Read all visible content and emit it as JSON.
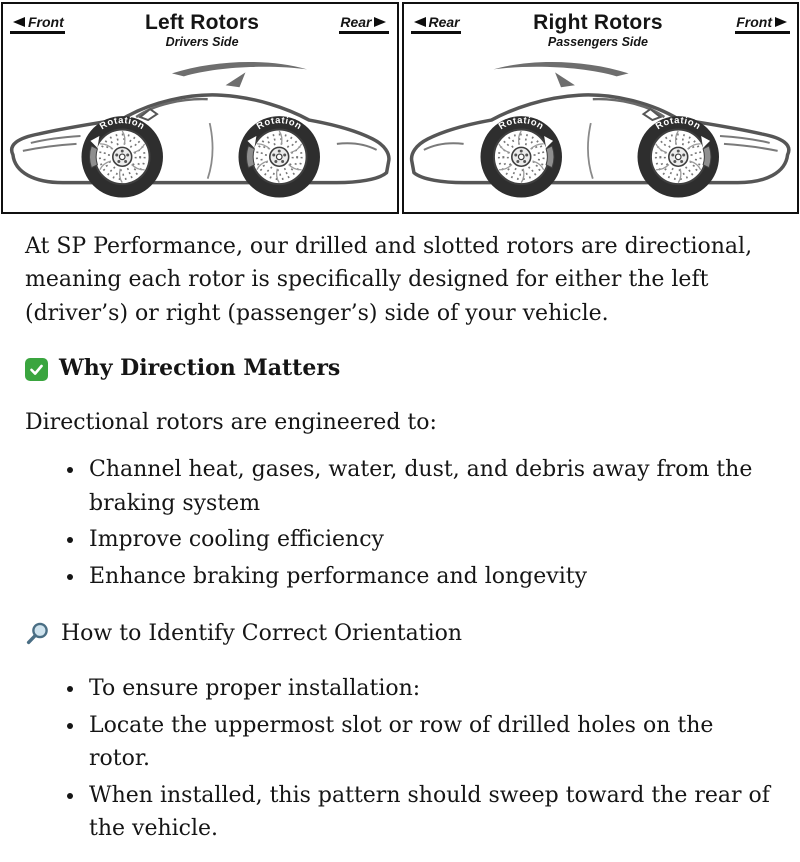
{
  "diagram": {
    "left_panel": {
      "front_label": "Front",
      "rear_label": "Rear",
      "title": "Left Rotors",
      "subtitle": "Drivers Side",
      "rotation_label": "Rotation"
    },
    "right_panel": {
      "front_label": "Front",
      "rear_label": "Rear",
      "title": "Right Rotors",
      "subtitle": "Passengers Side",
      "rotation_label": "Rotation"
    }
  },
  "content": {
    "intro": "At SP Performance, our drilled and slotted rotors are directional, meaning each rotor is specifically designed for either the left (driver’s) or right (passenger’s) side of your vehicle.",
    "section1": {
      "icon": "green-check-icon",
      "heading": "Why Direction Matters",
      "lead": "Directional rotors are engineered to:",
      "bullets": [
        "Channel heat, gases, water, dust, and debris away from the braking system",
        "Improve cooling efficiency",
        "Enhance braking performance and longevity"
      ]
    },
    "section2": {
      "icon": "magnifier-icon",
      "heading": "How to Identify Correct Orientation",
      "bullets": [
        "To ensure proper installation:",
        "Locate the uppermost slot or row of drilled holes on the rotor.",
        "When installed, this pattern should sweep toward the rear of the vehicle."
      ]
    }
  },
  "colors": {
    "check_green": "#3aa53f",
    "magnifier_blue": "#4a6e84",
    "wheel_arch_dark": "#2e2e2e",
    "car_outline_gray": "#565656"
  }
}
